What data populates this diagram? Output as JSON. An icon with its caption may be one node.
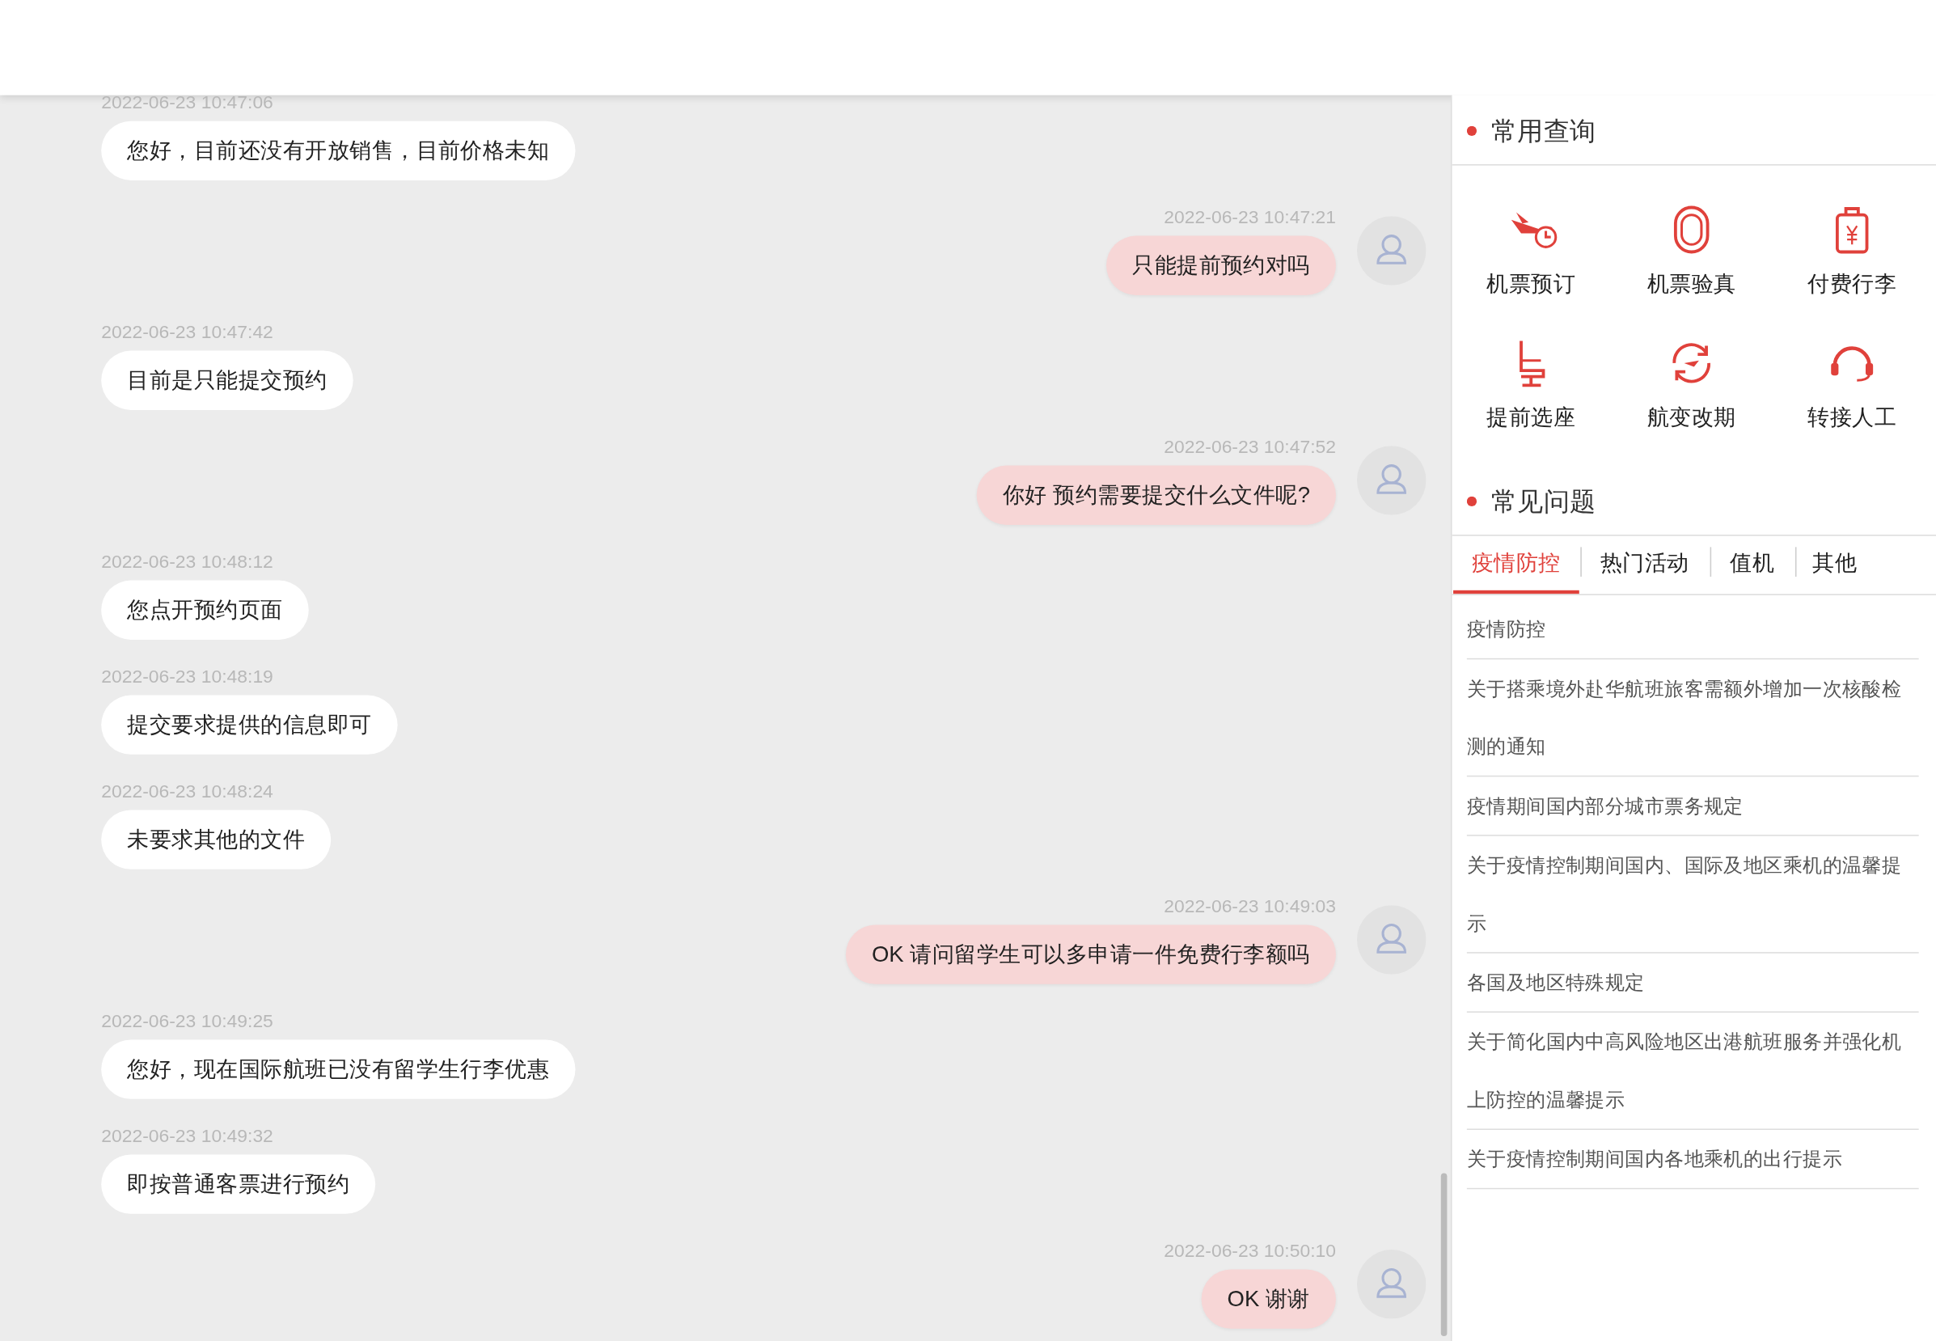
{
  "diagram": {
    "labels": [
      "2022-06-23 10:47:06",
      "您好，目前还没有开放销售，目前价格未知",
      "2022-06-23 10:47:21",
      "只能提前预约对吗",
      "2022-06-23 10:47:42",
      "目前是只能提交预约",
      "2022-06-23 10:47:52",
      "你好 预约需要提交什么文件呢?",
      "2022-06-23 10:48:12",
      "您点开预约页面",
      "2022-06-23 10:48:19",
      "提交要求提供的信息即可",
      "2022-06-23 10:48:24",
      "未要求其他的文件",
      "2022-06-23 10:49:03",
      "OK 请问留学生可以多申请一件免费行李额吗",
      "2022-06-23 10:49:25",
      "您好，现在国际航班已没有留学生行李优惠",
      "2022-06-23 10:49:32",
      "即按普通客票进行预约",
      "2022-06-23 10:50:10",
      "OK 谢谢",
      "常用查询",
      "机票预订",
      "机票验真",
      "付费行李",
      "提前选座",
      "航变改期",
      "转接人工",
      "常见问题",
      "疫情防控",
      "热门活动",
      "值机",
      "其他",
      "疫情防控",
      "关于搭乘境外赴华航班旅客需额外增加一次核酸检测的通知",
      "疫情期间国内部分城市票务规定",
      "关于疫情控制期间国内、国际及地区乘机的温馨提示",
      "各国及地区特殊规定",
      "关于简化国内中高风险地区出港航班服务并强化机上防控的温馨提示",
      "关于疫情控制期间国内各地乘机的出行提示"
    ]
  }
}
